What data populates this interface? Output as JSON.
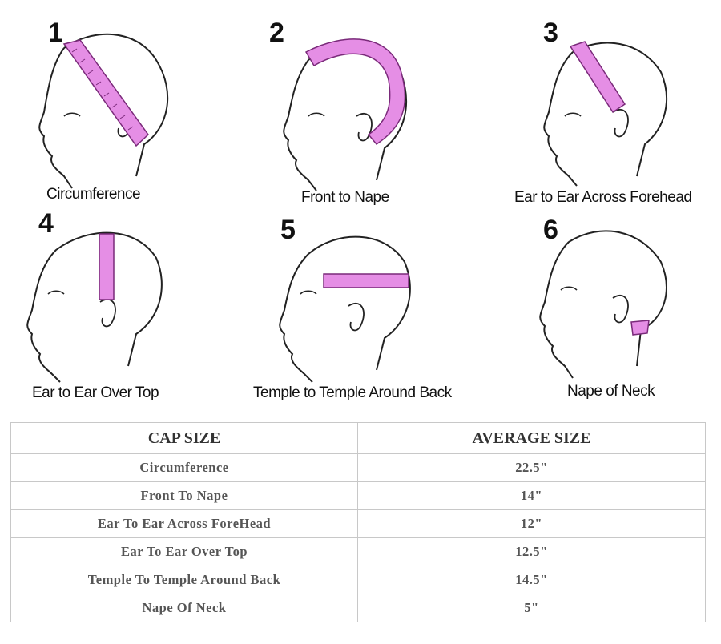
{
  "diagrams": [
    {
      "number": "1",
      "caption": "Circumference"
    },
    {
      "number": "2",
      "caption": "Front to Nape"
    },
    {
      "number": "3",
      "caption": "Ear to Ear Across Forehead"
    },
    {
      "number": "4",
      "caption": "Ear to Ear Over Top"
    },
    {
      "number": "5",
      "caption": "Temple to Temple Around Back"
    },
    {
      "number": "6",
      "caption": "Nape of Neck"
    }
  ],
  "colors": {
    "tape": "#e58ee5",
    "tape_ticks": "#7a2a7a",
    "outline": "#222222",
    "table_border": "#c8c8c8",
    "table_text": "#555555"
  },
  "table": {
    "headers": [
      "CAP SIZE",
      "AVERAGE SIZE"
    ],
    "rows": [
      [
        "Circumference",
        "22.5\""
      ],
      [
        "Front To Nape",
        "14\""
      ],
      [
        "Ear To Ear Across ForeHead",
        "12\""
      ],
      [
        "Ear To Ear Over Top",
        "12.5\""
      ],
      [
        "Temple To Temple Around Back",
        "14.5\""
      ],
      [
        "Nape Of Neck",
        "5\""
      ]
    ]
  }
}
